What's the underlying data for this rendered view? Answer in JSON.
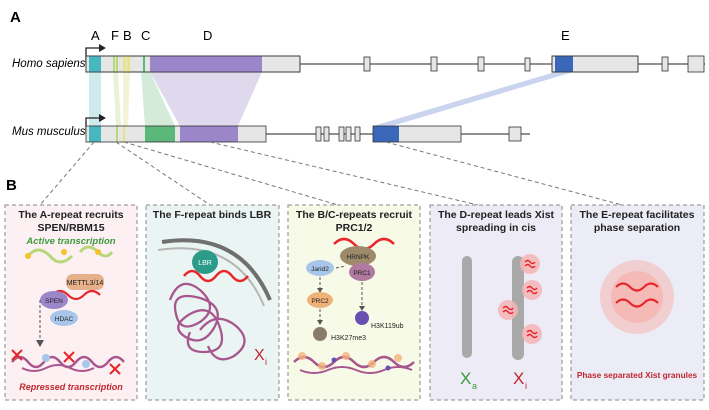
{
  "panel_a": {
    "label": "A",
    "region_letters": [
      "A",
      "F",
      "B",
      "C",
      "D",
      "E"
    ],
    "species_human": "Homo sapiens",
    "species_mouse": "Mus musculus"
  },
  "panel_b": {
    "label": "B",
    "boxes": [
      {
        "title_line1": "The A-repeat recruits",
        "title_line2": "SPEN/RBM15",
        "active_note": "Active transcription",
        "labels": [
          "METTL3/14",
          "SPEN",
          "HDAC"
        ],
        "repressed_note": "Repressed transcription"
      },
      {
        "title_line1": "The F-repeat binds LBR",
        "labels": [
          "LBR"
        ],
        "xi_main": "X",
        "xi_sub": "i"
      },
      {
        "title_line1": "The B/C-repeats recruit",
        "title_line2": "PRC1/2",
        "labels": [
          "Jarid2",
          "HRNPK",
          "PRC1",
          "PRC2",
          "H3K119ub",
          "H3K27me3"
        ]
      },
      {
        "title_line1": "The D-repeat leads Xist",
        "title_line2": "spreading in cis",
        "xa_main": "X",
        "xa_sub": "a",
        "xi_main": "X",
        "xi_sub": "i"
      },
      {
        "title_line1": "The E-repeat facilitates",
        "title_line2": "phase separation",
        "note": "Phase separated Xist granules"
      }
    ]
  },
  "colors": {
    "a_repeat": "#48b8c0",
    "f_repeat": "#b7d77a",
    "b_repeat": "#e8e28a",
    "c_repeat": "#5cb87a",
    "d_repeat": "#9b86c9",
    "e_repeat": "#3a67b8",
    "exon_fill": "#e6e6e6",
    "xist_red": "#e8262a",
    "chromatin": "#a8578e",
    "green_text": "#3d9a3a",
    "red_text": "#c0272d"
  }
}
